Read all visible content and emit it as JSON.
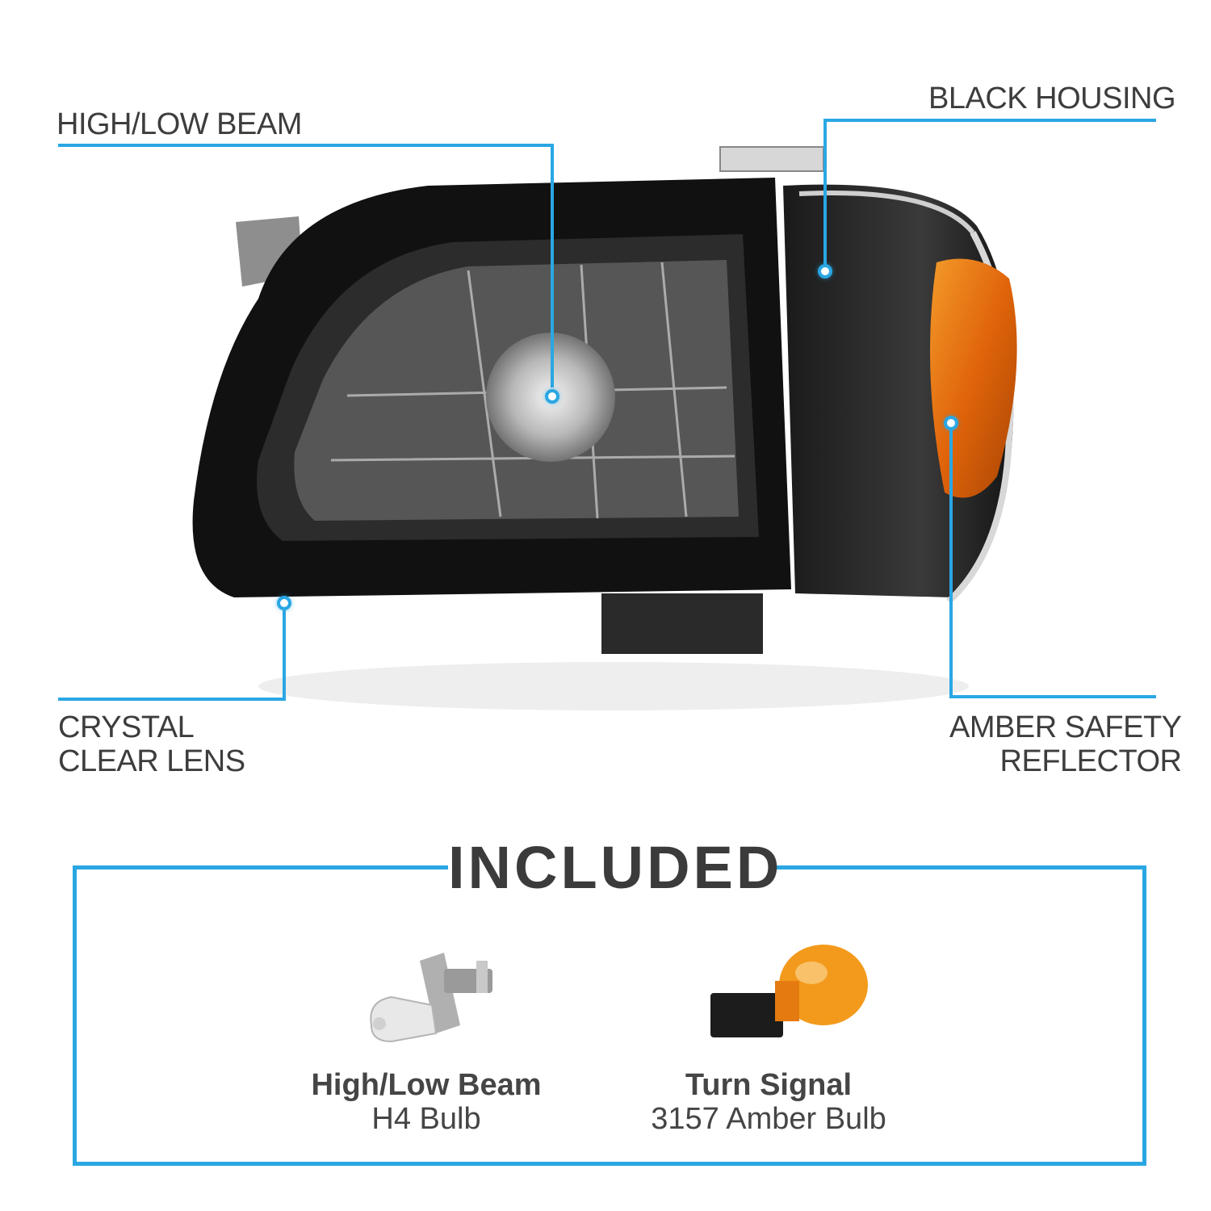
{
  "callouts": {
    "high_low_beam": "HIGH/LOW BEAM",
    "black_housing": "BLACK HOUSING",
    "crystal_clear_lens": "CRYSTAL\nCLEAR LENS",
    "amber_safety_reflector": "AMBER SAFETY\nREFLECTOR"
  },
  "included": {
    "title": "INCLUDED",
    "items": [
      {
        "name": "High/Low Beam",
        "type": "H4 Bulb"
      },
      {
        "name": "Turn Signal",
        "type": "3157 Amber Bulb"
      }
    ]
  },
  "colors": {
    "accent": "#2aa7e3",
    "text": "#3d3d3d",
    "amber": "#e86a0c",
    "housing": "#111111"
  }
}
